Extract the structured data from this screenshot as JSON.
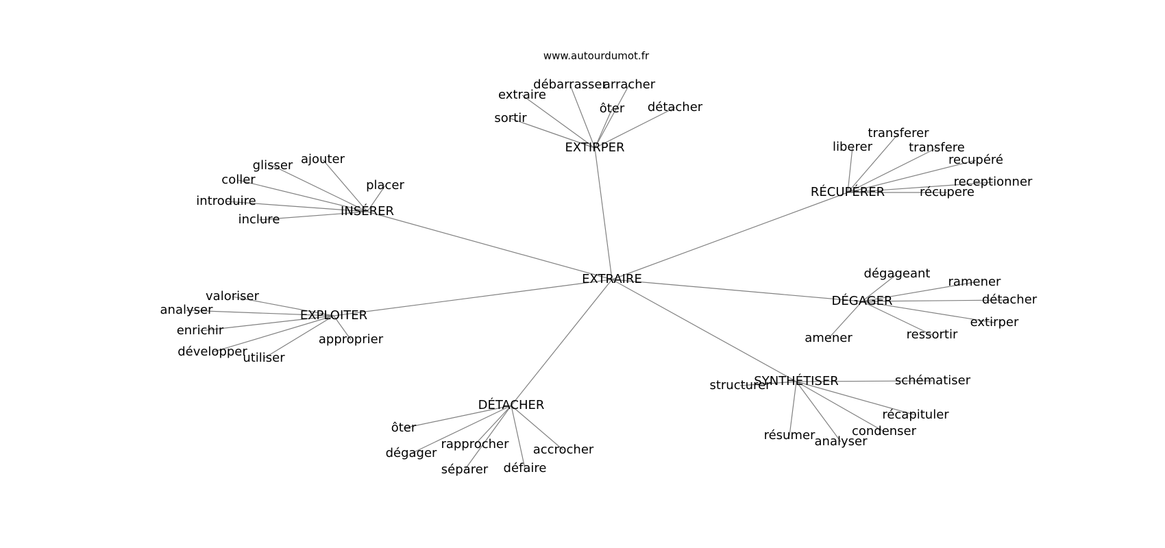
{
  "watermark": "www.autourdumot.fr",
  "root": "EXTRAIRE",
  "groups": [
    {
      "id": "extirper",
      "label": "EXTIRPER",
      "children": [
        "sortir",
        "extraire",
        "débarrasser",
        "arracher",
        "ôter",
        "détacher"
      ]
    },
    {
      "id": "inserer",
      "label": "INSÉRER",
      "children": [
        "glisser",
        "ajouter",
        "placer",
        "coller",
        "introduire",
        "inclure"
      ]
    },
    {
      "id": "recuperer",
      "label": "RÉCUPÉRER",
      "children": [
        "liberer",
        "transferer",
        "transfere",
        "recupéré",
        "receptionner",
        "récupere"
      ]
    },
    {
      "id": "exploiter",
      "label": "EXPLOITER",
      "children": [
        "valoriser",
        "analyser",
        "enrichir",
        "développer",
        "utiliser",
        "approprier"
      ]
    },
    {
      "id": "degager",
      "label": "DÉGAGER",
      "children": [
        "dégageant",
        "ramener",
        "détacher",
        "extirper",
        "ressortir",
        "amener"
      ]
    },
    {
      "id": "synthetiser",
      "label": "SYNTHÉTISER",
      "children": [
        "structurer",
        "schématiser",
        "récapituler",
        "condenser",
        "analyser",
        "résumer"
      ]
    },
    {
      "id": "detacher",
      "label": "DÉTACHER",
      "children": [
        "ôter",
        "dégager",
        "rapprocher",
        "séparer",
        "défaire",
        "accrocher"
      ]
    }
  ]
}
